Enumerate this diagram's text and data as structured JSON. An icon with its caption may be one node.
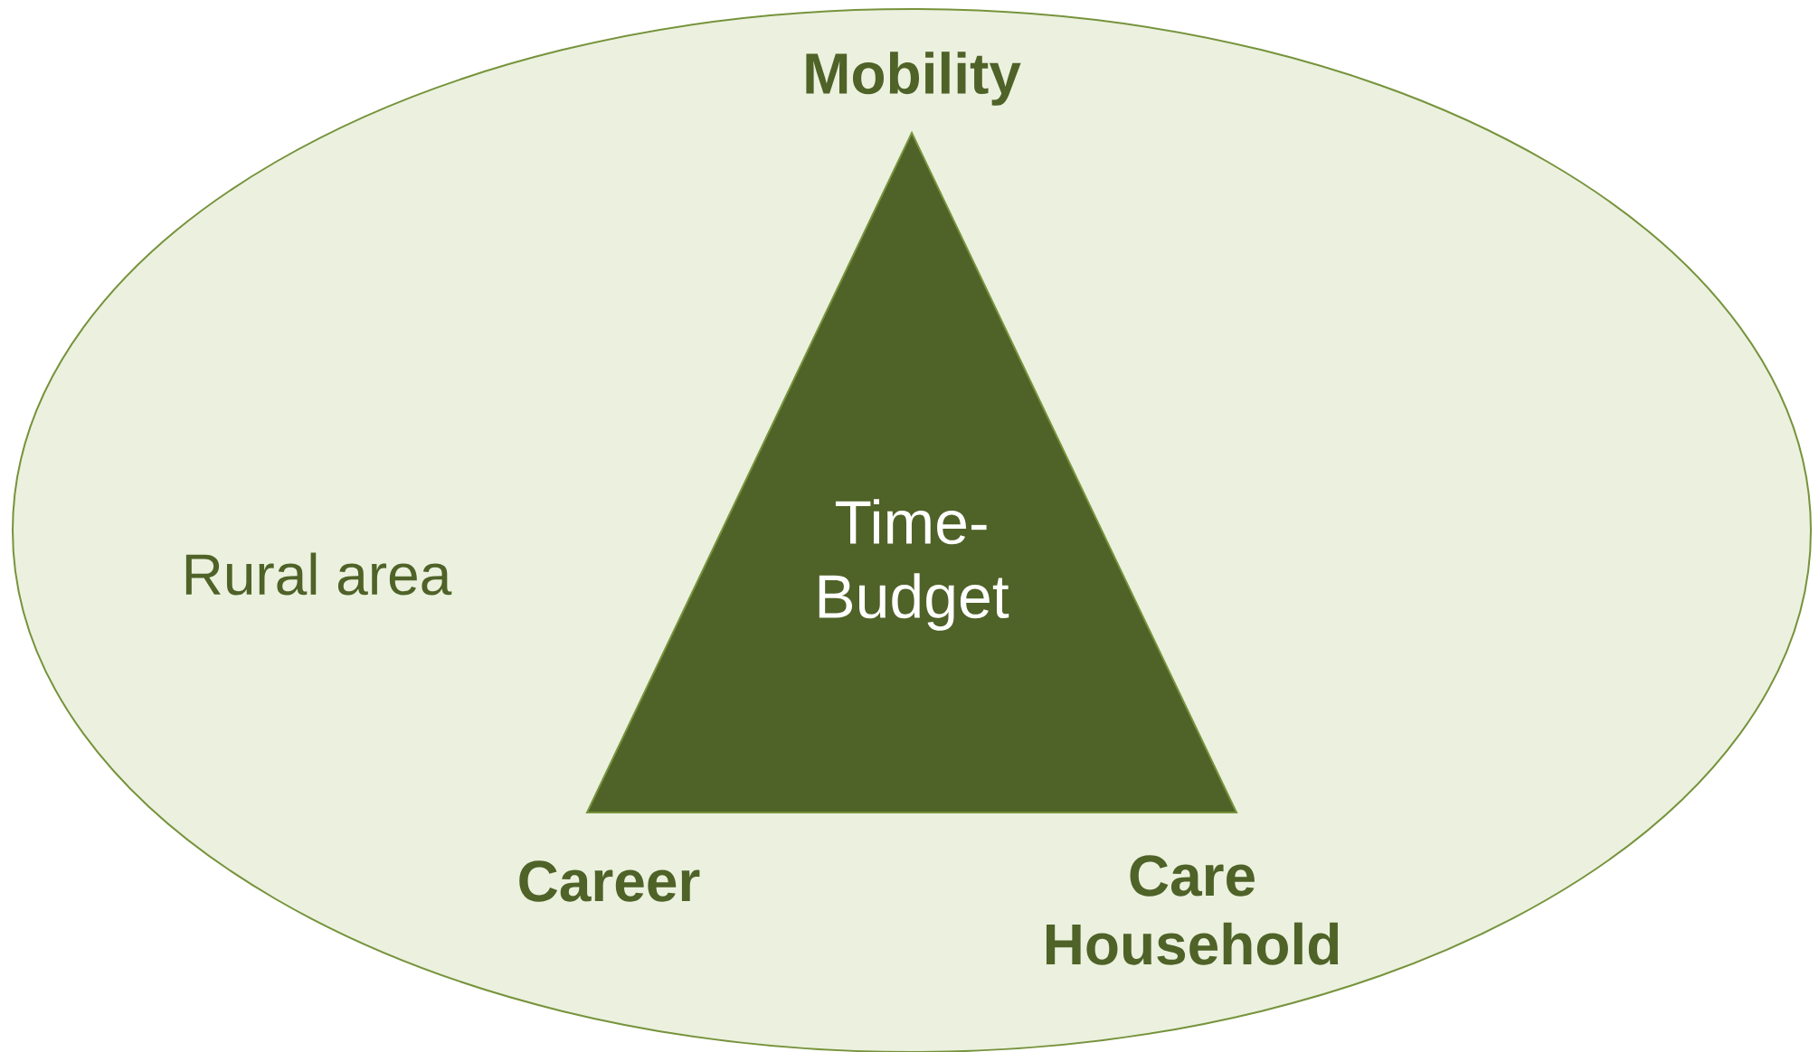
{
  "diagram": {
    "nodes": [
      {
        "text": [
          "Rural area"
        ]
      },
      {
        "text": [
          "Time-Budget"
        ],
        "in": 0,
        "beside": [
          "Mobility",
          "Career",
          "Care Household"
        ]
      }
    ]
  }
}
